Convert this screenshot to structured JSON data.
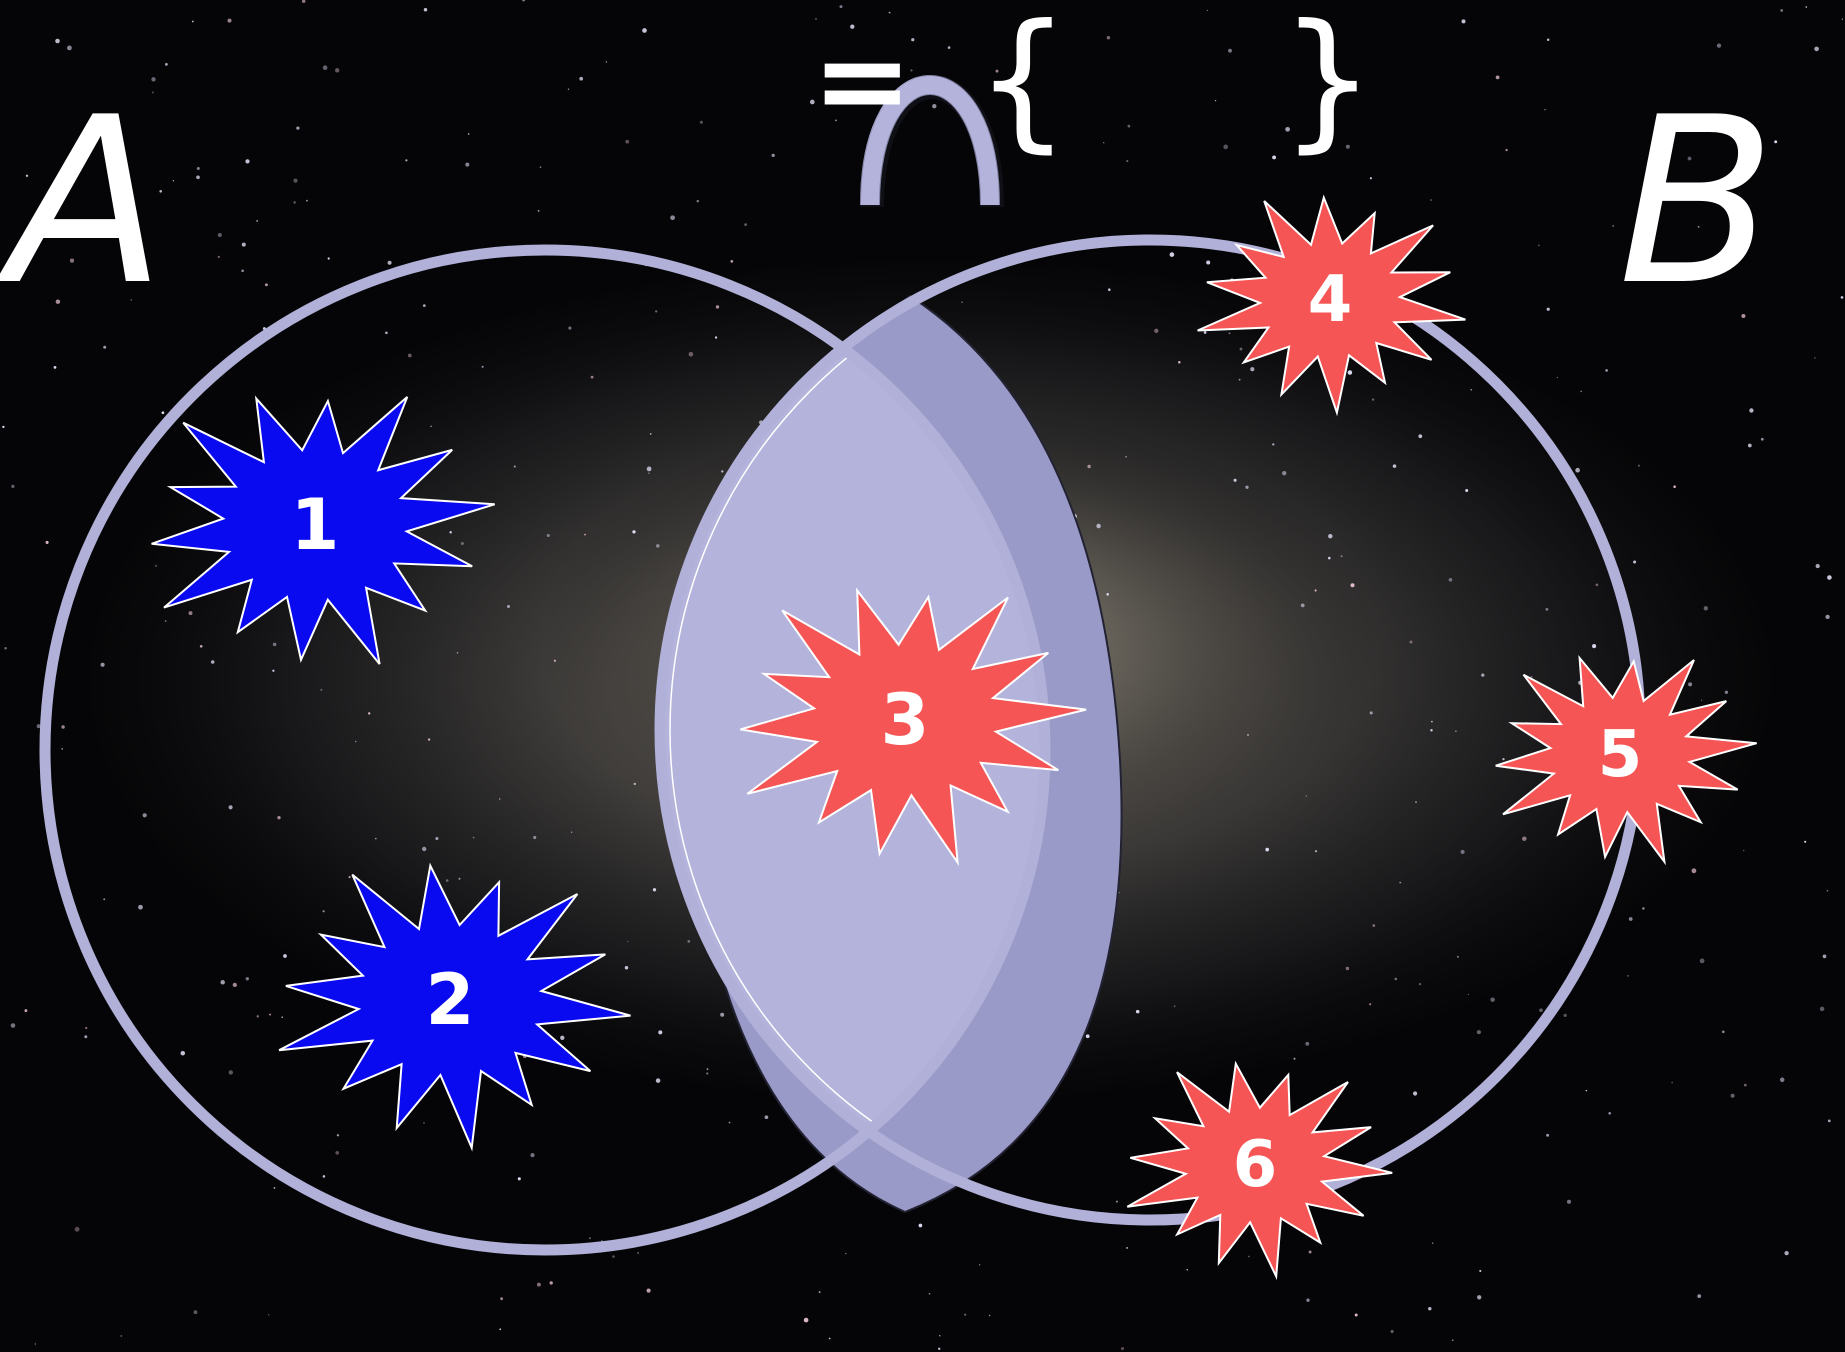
{
  "sets": {
    "a": {
      "label": "A",
      "elements": [
        "1",
        "2",
        "3"
      ]
    },
    "b": {
      "label": "B",
      "elements": [
        "3",
        "4",
        "5",
        "6"
      ]
    }
  },
  "formula": {
    "equals": "=",
    "intersection_symbol": "∩",
    "brace_open": "{",
    "brace_close": "}"
  },
  "elements": [
    {
      "label": "1",
      "region": "A only",
      "color": "#0a0af0"
    },
    {
      "label": "2",
      "region": "A only",
      "color": "#0a0af0"
    },
    {
      "label": "3",
      "region": "A and B",
      "color": "#f55555"
    },
    {
      "label": "4",
      "region": "B only",
      "color": "#f55555"
    },
    {
      "label": "5",
      "region": "B only",
      "color": "#f55555"
    },
    {
      "label": "6",
      "region": "B only",
      "color": "#f55555"
    }
  ],
  "colors": {
    "circle_stroke": "#b0b0d8",
    "intersection_fill": "#b3b3dc",
    "only_a": "#0a0af0",
    "in_b": "#f55555"
  }
}
